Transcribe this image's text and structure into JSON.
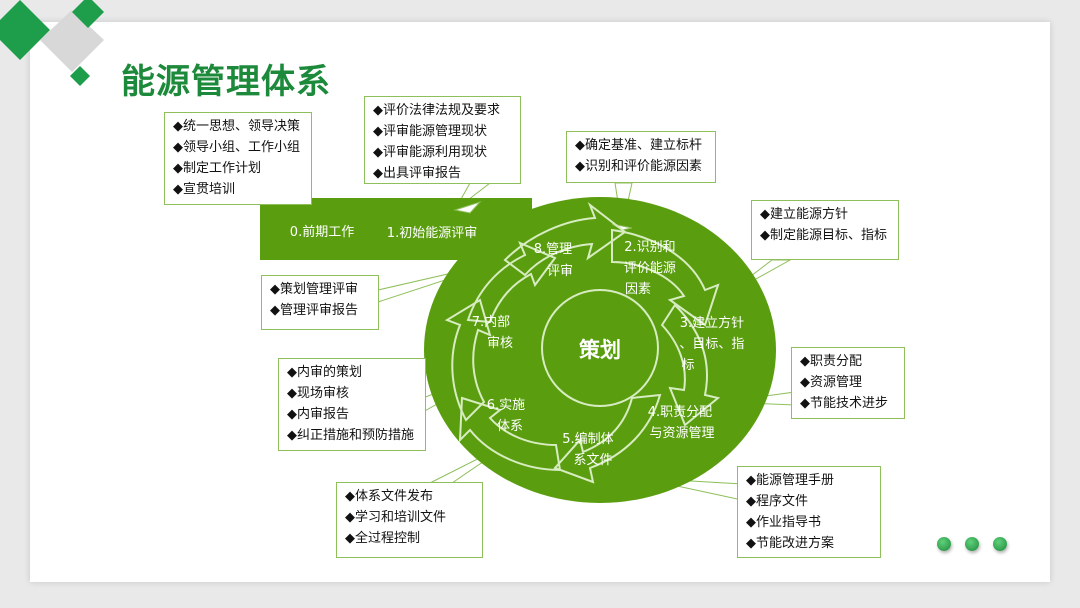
{
  "title": "能源管理体系",
  "colors": {
    "accent": "#5a9e0f",
    "title": "#1c8a3a",
    "callout_border": "#8fbf5a"
  },
  "center_label": "策划",
  "bar": {
    "pre_work": "0.前期工作",
    "initial_review": "1.初始能源评审"
  },
  "steps": [
    {
      "lines": [
        "8.管理",
        "评审"
      ]
    },
    {
      "lines": [
        "2.识别和",
        "评价能源",
        "因素"
      ]
    },
    {
      "lines": [
        "3.建立方针",
        "、目标、指",
        "标"
      ]
    },
    {
      "lines": [
        "4.职责分配",
        "与资源管理"
      ]
    },
    {
      "lines": [
        "5.编制体",
        "系文件"
      ]
    },
    {
      "lines": [
        "6.实施",
        "体系"
      ]
    },
    {
      "lines": [
        "7.内部",
        "审核"
      ]
    }
  ],
  "callouts": {
    "pre_work": [
      "◆统一思想、领导决策",
      "◆领导小组、工作小组",
      "◆制定工作计划",
      "◆宣贯培训"
    ],
    "initial_review": [
      "◆评价法律法规及要求",
      "◆评审能源管理现状",
      "◆评审能源利用现状",
      "◆出具评审报告"
    ],
    "identify": [
      "◆确定基准、建立标杆",
      "◆识别和评价能源因素"
    ],
    "policy": [
      "◆建立能源方针",
      "◆制定能源目标、指标"
    ],
    "resources": [
      "◆职责分配",
      "◆资源管理",
      "◆节能技术进步"
    ],
    "documents": [
      "◆能源管理手册",
      "◆程序文件",
      "◆作业指导书",
      "◆节能改进方案"
    ],
    "implement": [
      "◆体系文件发布",
      "◆学习和培训文件",
      "◆全过程控制"
    ],
    "audit": [
      "◆内审的策划",
      "◆现场审核",
      "◆内审报告",
      "◆纠正措施和预防措施"
    ],
    "review": [
      "◆策划管理评审",
      "◆管理评审报告"
    ]
  }
}
